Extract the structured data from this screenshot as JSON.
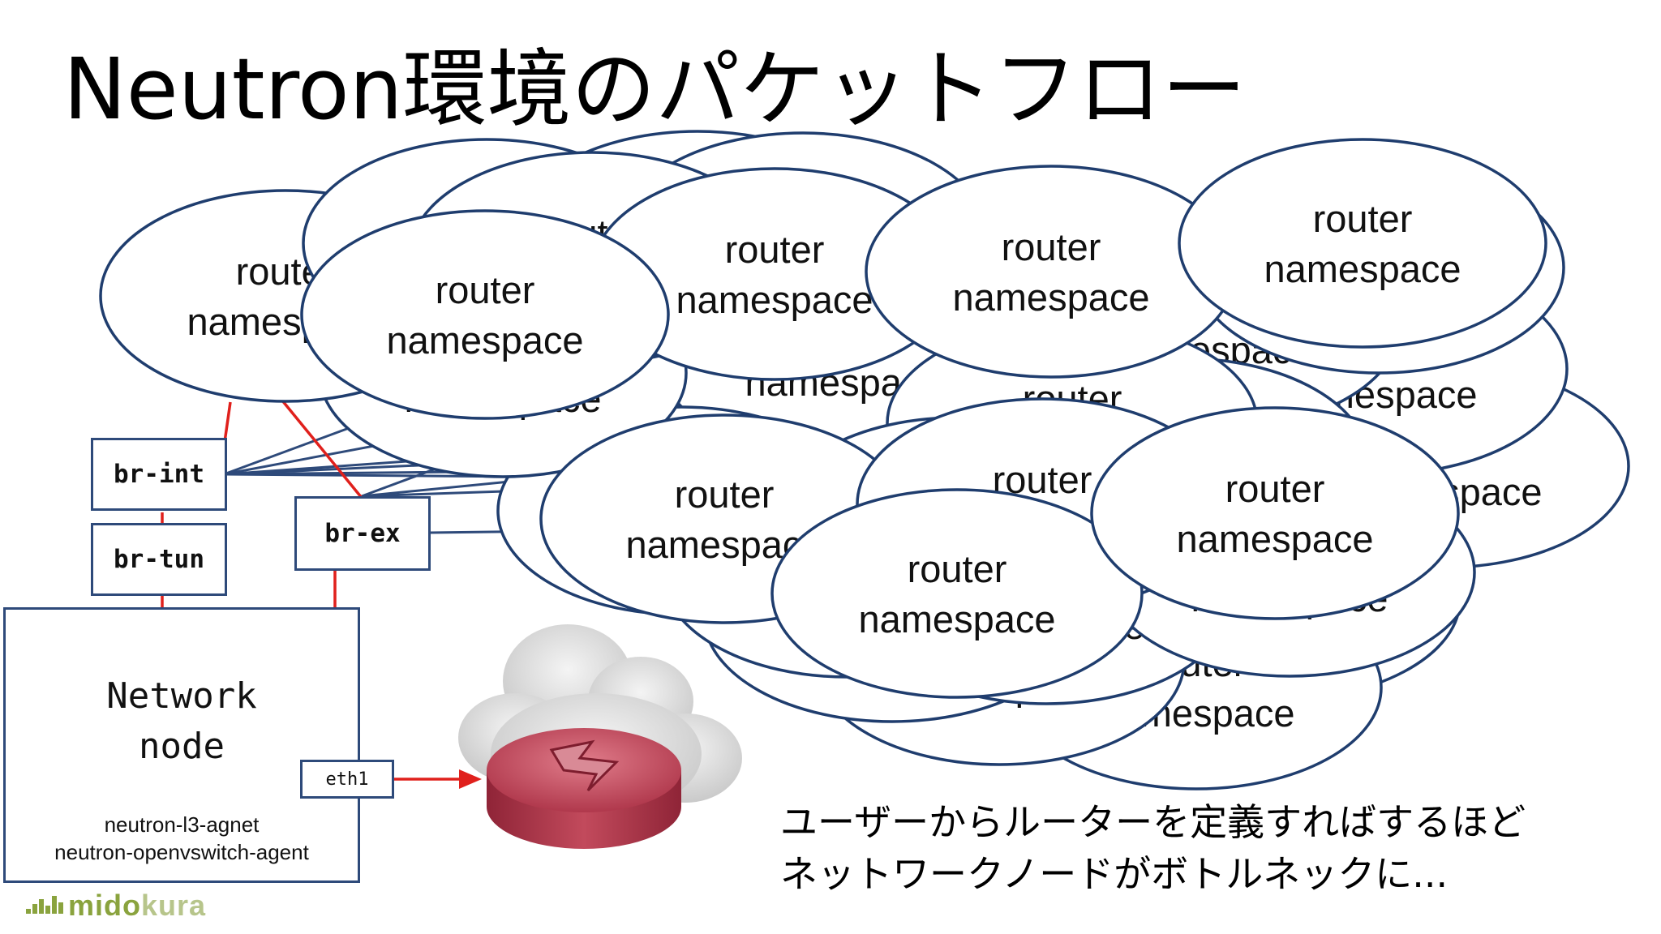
{
  "slide": {
    "title": "Neutron環境のパケットフロー",
    "router_label": [
      "router",
      "namespace"
    ],
    "bridges": {
      "br_int": "br-int",
      "br_tun": "br-tun",
      "br_ex": "br-ex"
    },
    "network_node": {
      "title": [
        "Network",
        "node"
      ],
      "agents": [
        "neutron-l3-agnet",
        "neutron-openvswitch-agent"
      ],
      "port": "eth1"
    },
    "caption": [
      "ユーザーからルーターを定義すればするほど",
      "ネットワークノードがボトルネックに..."
    ],
    "logo": {
      "part1": "mido",
      "part2": "kura"
    }
  },
  "colors": {
    "outline": "#1f3d6e",
    "red_link": "#e0201c",
    "router_icon": "#b0384c",
    "cloud": "#cfcfcf",
    "logo_green": "#8aa33e"
  }
}
